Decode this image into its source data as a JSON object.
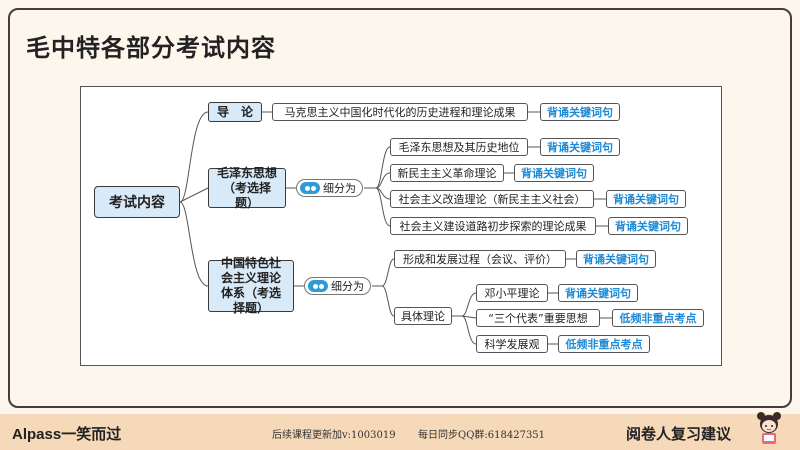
{
  "title": "毛中特各部分考试内容",
  "root": "考试内容",
  "branches": {
    "intro": {
      "label": "导　论",
      "item": "马克思主义中国化时代化的历史进程和理论成果",
      "tag": "背诵关键词句"
    },
    "mao": {
      "label": "毛泽东思想（考选择题）",
      "pill": "细分为",
      "items": [
        {
          "text": "毛泽东思想及其历史地位",
          "tag": "背诵关键词句"
        },
        {
          "text": "新民主主义革命理论",
          "tag": "背诵关键词句"
        },
        {
          "text": "社会主义改造理论（新民主主义社会）",
          "tag": "背诵关键词句"
        },
        {
          "text": "社会主义建设道路初步探索的理论成果",
          "tag": "背诵关键词句"
        }
      ]
    },
    "cs": {
      "label": "中国特色社会主义理论体系（考选择题）",
      "pill": "细分为",
      "formation": {
        "text": "形成和发展过程（会议、评价）",
        "tag": "背诵关键词句"
      },
      "specific": "具体理论",
      "theories": [
        {
          "text": "邓小平理论",
          "tag": "背诵关键词句"
        },
        {
          "text": "“三个代表”重要思想",
          "tag": "低频非重点考点"
        },
        {
          "text": "科学发展观",
          "tag": "低频非重点考点"
        }
      ]
    }
  },
  "footer": {
    "left": "Alpass一笑而过",
    "mid1": "后续课程更新加v:1003019",
    "mid2": "每日同步QQ群:618427351",
    "right": "阅卷人复习建议"
  },
  "colors": {
    "accent": "#1d8ad6",
    "node_fill": "#d8e9f7",
    "footer_bg": "#f6d9b8"
  },
  "icons": {
    "pill_icon": "people-icon",
    "mascot": "girl-mascot-icon"
  }
}
